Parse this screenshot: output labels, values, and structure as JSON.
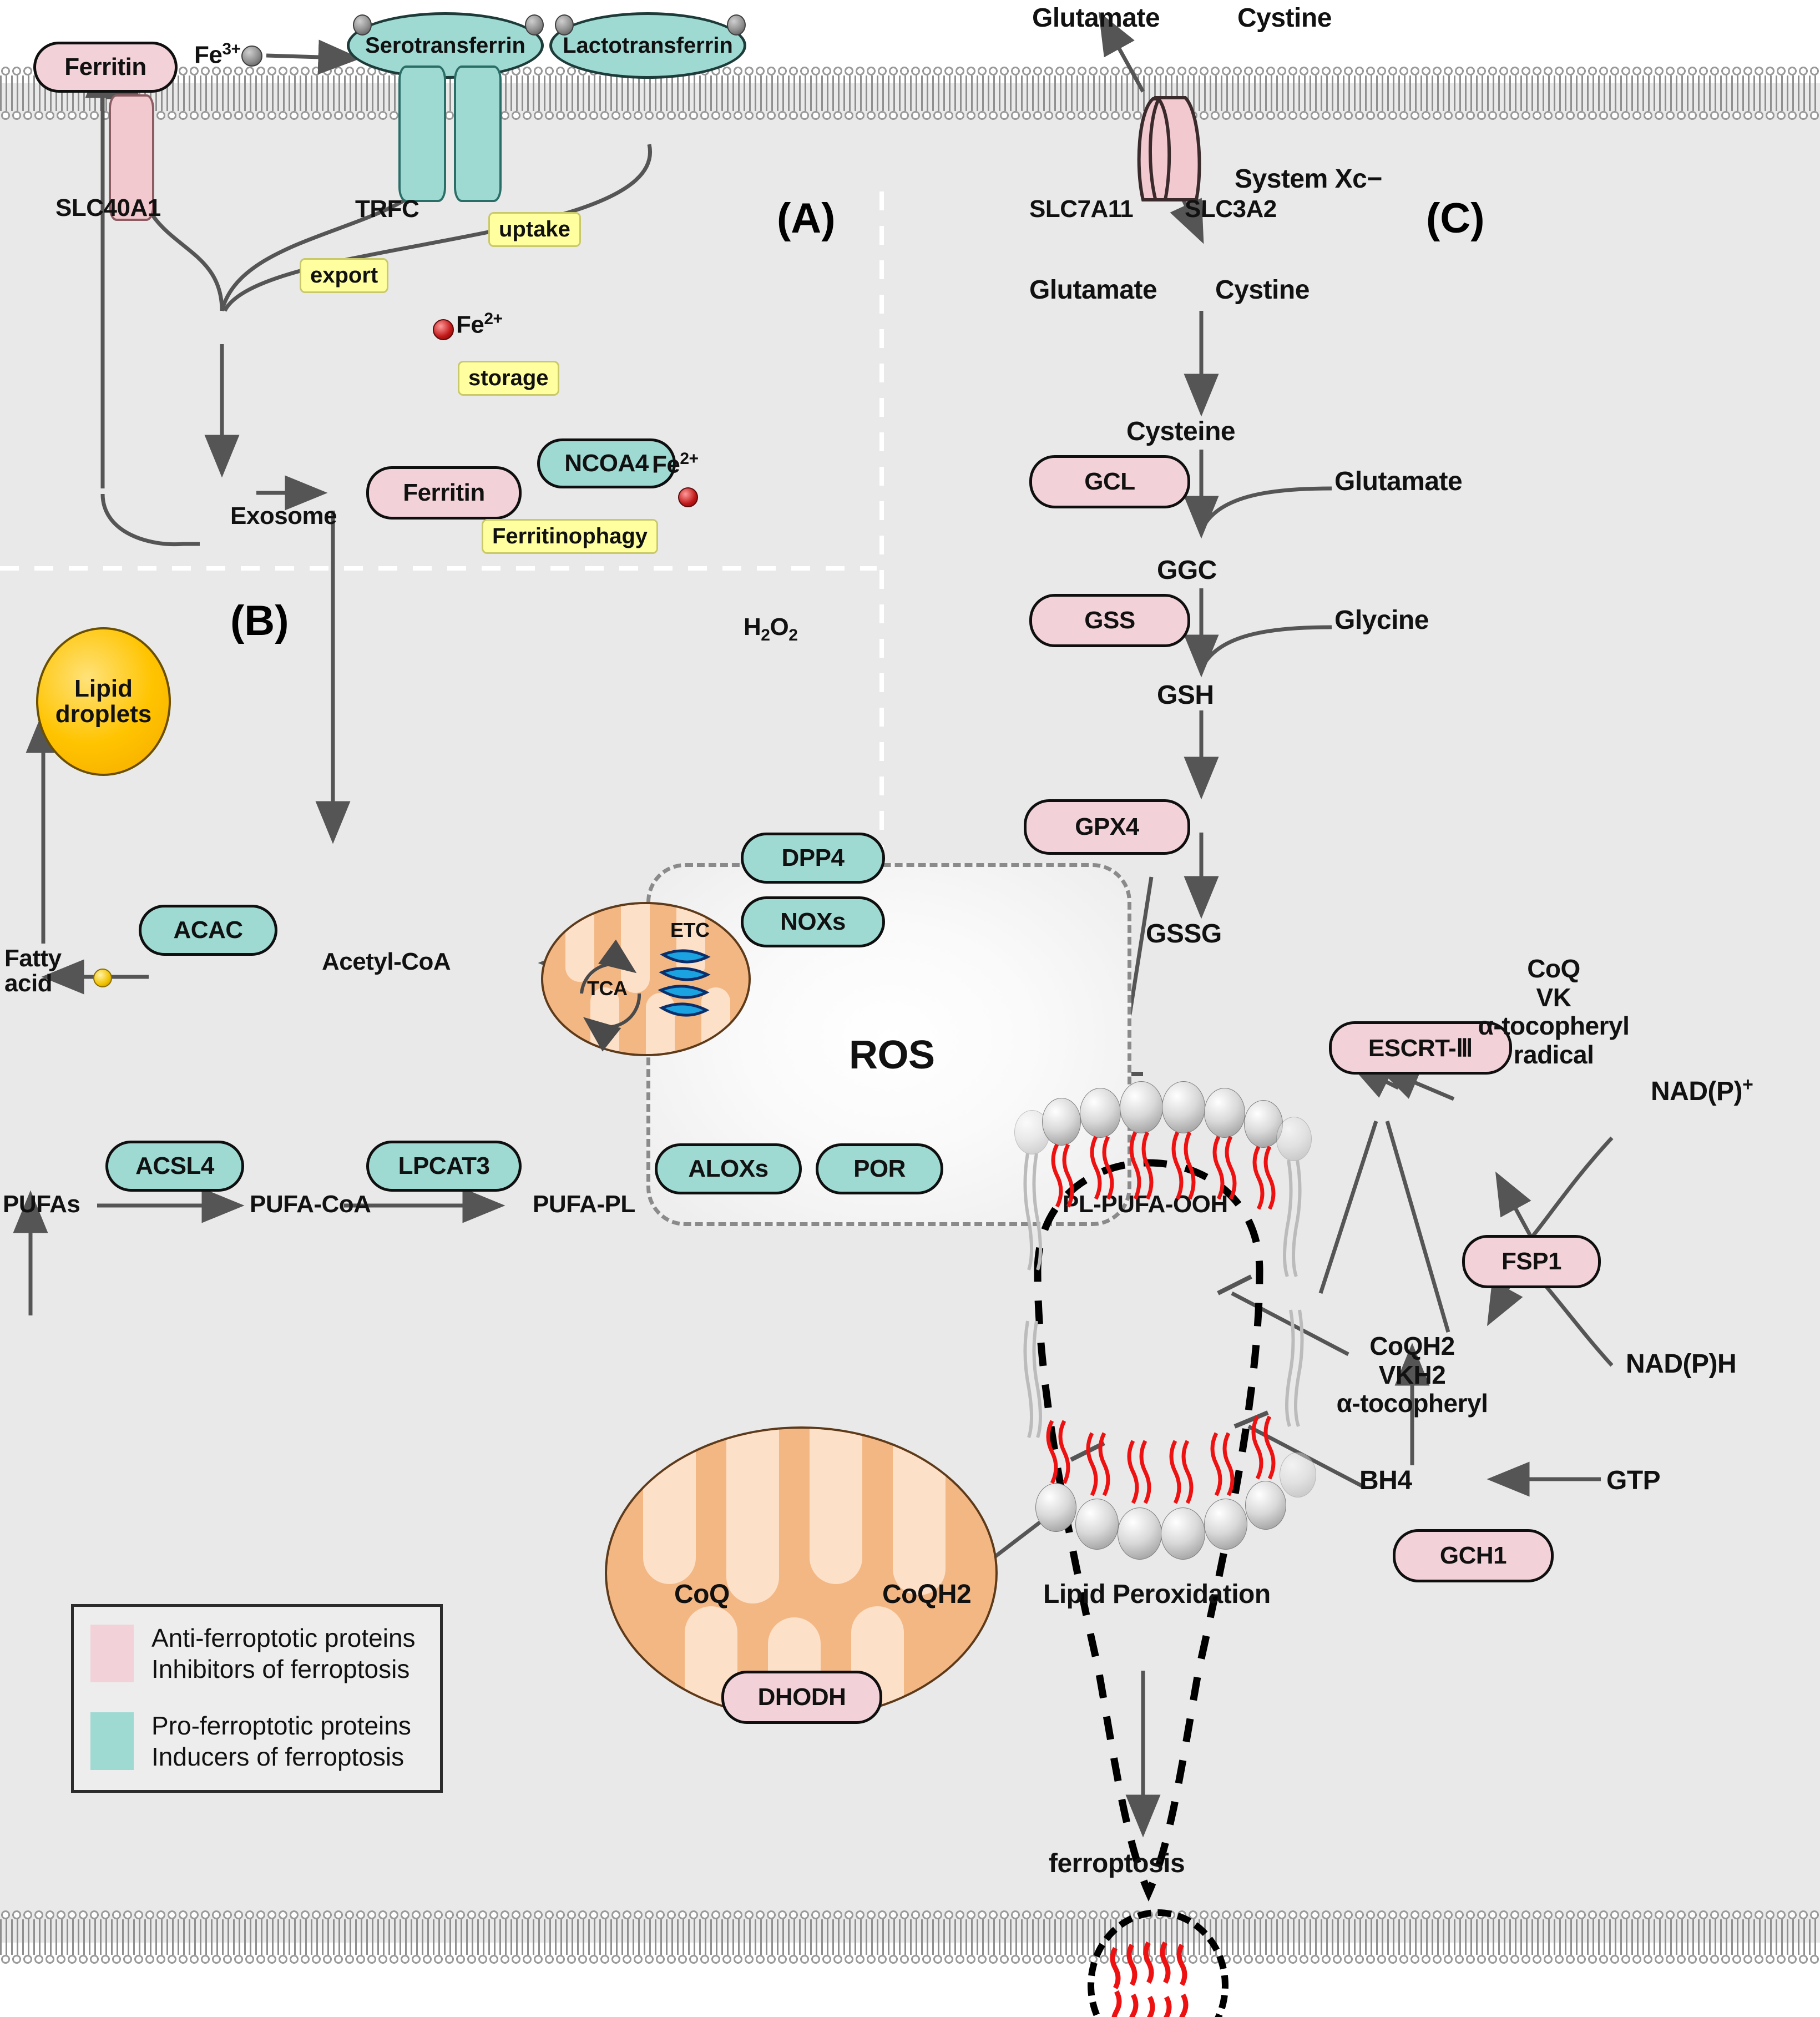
{
  "sections": {
    "a": "(A)",
    "b": "(B)",
    "c": "(C)"
  },
  "panel_a": {
    "ferritin_membrane": "Ferritin",
    "fe3": "Fe3+",
    "fe3_html": "Fe³⁺",
    "serotransferrin": "Serotransferrin",
    "lactotransferrin": "Lactotransferrin",
    "slc40a1": "SLC40A1",
    "trfc": "TRFC",
    "tag_uptake": "uptake",
    "tag_export": "export",
    "tag_storage": "storage",
    "tag_ferritinophagy": "Ferritinophagy",
    "fe2_upper": "Fe2+",
    "fe2_upper_html": "Fe²⁺",
    "ferritin_store": "Ferritin",
    "ncoa4": "NCOA4",
    "fe2_lower": "Fe2+",
    "fe2_lower_html": "Fe²⁺",
    "exosome": "Exosome",
    "h2o2": "H2O2",
    "h2o2_html": "H₂O₂"
  },
  "panel_b": {
    "lipid_droplets": "Lipid droplets",
    "fatty_acid": "Fatty acid",
    "acac": "ACAC",
    "acetyl_coa": "Acetyl-CoA",
    "tca": "TCA",
    "etc": "ETC",
    "dpp4": "DPP4",
    "noxs": "NOXs",
    "aloxs": "ALOXs",
    "por": "POR",
    "ros": "ROS",
    "pufas": "PUFAs",
    "acsl4": "ACSL4",
    "pufa_coa": "PUFA-CoA",
    "lpcat3": "LPCAT3",
    "pufa_pl": "PUFA-PL",
    "pl_pufa_ooh": "PL-PUFA-OOH",
    "coq": "CoQ",
    "coqh2": "CoQH2",
    "dhodh": "DHODH",
    "lipid_peroxidation": "Lipid Peroxidation",
    "ferroptosis": "ferroptosis"
  },
  "panel_c": {
    "glutamate_out": "Glutamate",
    "cystine_out": "Cystine",
    "system_xc": "System Xc−",
    "slc7a11": "SLC7A11",
    "slc3a2": "SLC3A2",
    "glutamate_in": "Glutamate",
    "cystine_in": "Cystine",
    "cysteine": "Cysteine",
    "gcl": "GCL",
    "glutamate_side": "Glutamate",
    "ggc": "GGC",
    "gss": "GSS",
    "glycine": "Glycine",
    "gsh": "GSH",
    "gpx4": "GPX4",
    "gssg": "GSSG",
    "escrt3": "ESCRT-Ⅲ",
    "coq_vk_line1": "CoQ",
    "coq_vk_line2": "VK",
    "coq_vk_line3": "α-tocopheryl",
    "coq_vk_line4": "radical",
    "nadp_plus": "NAD(P)+",
    "nadp_plus_html": "NAD(P)⁺",
    "fsp1": "FSP1",
    "nadph": "NAD(P)H",
    "coqh2_line1": "CoQH2",
    "coqh2_line2": "VKH2",
    "coqh2_line3": "α-tocopheryl",
    "bh4": "BH4",
    "gtp": "GTP",
    "gch1": "GCH1"
  },
  "legend": {
    "anti_line1": "Anti-ferroptotic proteins",
    "anti_line2": "Inhibitors of ferroptosis",
    "pro_line1": "Pro-ferroptotic proteins",
    "pro_line2": "Inducers of ferroptosis",
    "anti_color": "#f2d2d8",
    "pro_color": "#9ed9d2"
  },
  "colors": {
    "cytoplasm": "#e9e9e9",
    "extracellular": "#ffffff",
    "anti_ferroptotic": "#f2d2d8",
    "pro_ferroptotic": "#9ed9d2",
    "lipid_droplet": "#ffc400",
    "mitochondria": "#f3b784",
    "arrow": "#555555",
    "peroxidized_tail": "#ee1111",
    "iron_dot": "#c01616",
    "tag_yellow": "#ffffa0"
  }
}
